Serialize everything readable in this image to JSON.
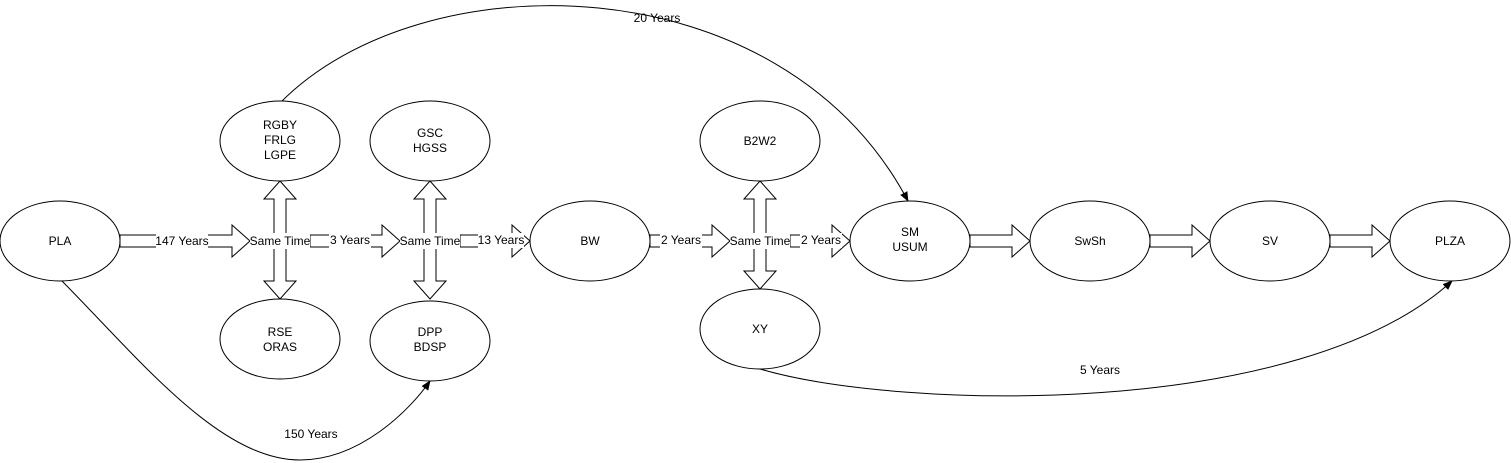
{
  "nodes": {
    "pla": [
      "PLA"
    ],
    "rgby": [
      "RGBY",
      "FRLG",
      "LGPE"
    ],
    "rse": [
      "RSE",
      "ORAS"
    ],
    "gsc": [
      "GSC",
      "HGSS"
    ],
    "dpp": [
      "DPP",
      "BDSP"
    ],
    "bw": [
      "BW"
    ],
    "b2w2": [
      "B2W2"
    ],
    "xy": [
      "XY"
    ],
    "sm": [
      "SM",
      "USUM"
    ],
    "swsh": [
      "SwSh"
    ],
    "sv": [
      "SV"
    ],
    "plza": [
      "PLZA"
    ]
  },
  "hubs": {
    "hub1": "Same Time",
    "hub2": "Same Time",
    "hub3": "Same Time"
  },
  "labels": {
    "pla_to_hub1": "147 Years",
    "hub1_to_hub2": "3 Years",
    "hub2_to_bw": "13 Years",
    "bw_to_hub3": "2 Years",
    "hub3_to_sm": "2 Years",
    "rgby_to_sm": "20 Years",
    "pla_to_dpp": "150 Years",
    "xy_to_plza": "5 Years"
  }
}
